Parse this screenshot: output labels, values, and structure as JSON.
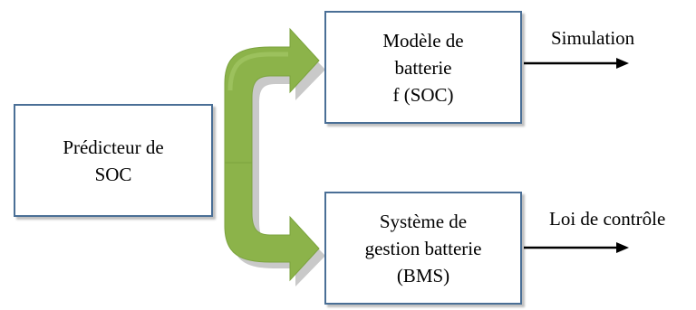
{
  "boxes": {
    "predictor": {
      "lines": [
        "Prédicteur de",
        "SOC"
      ]
    },
    "battery_model": {
      "lines": [
        "Modèle de",
        "batterie",
        "f (SOC)"
      ]
    },
    "bms": {
      "lines": [
        "Système de",
        "gestion batterie",
        "(BMS)"
      ]
    }
  },
  "outputs": {
    "simulation": "Simulation",
    "control_law": "Loi de contrôle"
  },
  "colors": {
    "box_border": "#4a6f96",
    "arrow_fill": "#8cb34a",
    "arrow_fill_light": "#a6c96a",
    "arrow_shadow": "#c9c9c9",
    "output_arrow": "#000000"
  }
}
